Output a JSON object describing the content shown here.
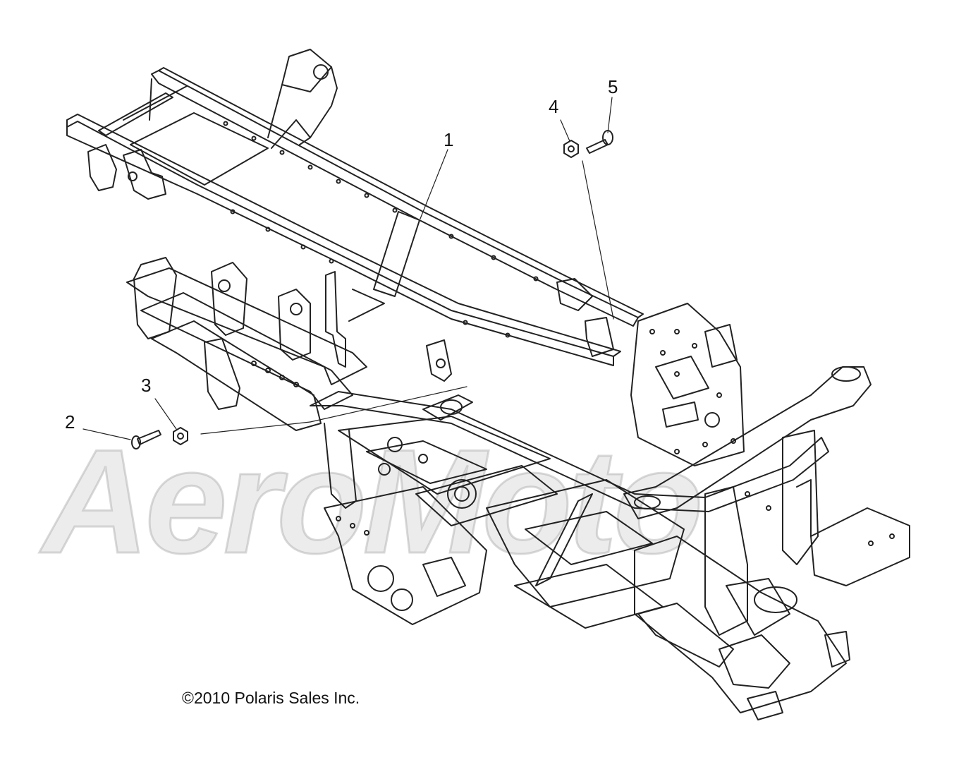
{
  "watermark": {
    "text": "AeroMoto"
  },
  "callouts": [
    {
      "number": "1"
    },
    {
      "number": "2"
    },
    {
      "number": "3"
    },
    {
      "number": "4"
    },
    {
      "number": "5"
    }
  ],
  "copyright": "©2010 Polaris Sales Inc.",
  "colors": {
    "line": "#222222",
    "watermark": "#c8c8c8",
    "background": "#ffffff"
  }
}
